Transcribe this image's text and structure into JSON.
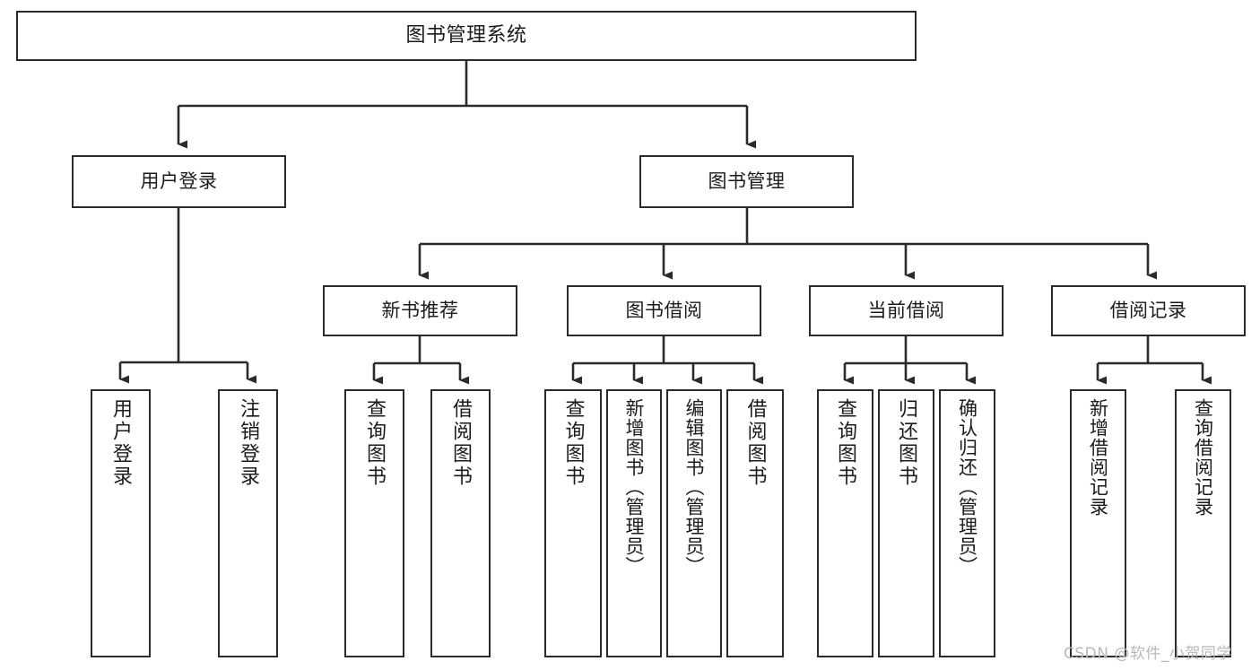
{
  "diagram": {
    "title": "图书管理系统",
    "type": "hierarchical-tree",
    "watermark": "CSDN @软件_小贺同学",
    "colors": {
      "stroke": "#2b2b2b",
      "fill": "#ffffff",
      "text": "#1b1b1b",
      "watermark": "#b9b9b9"
    },
    "nodes": {
      "root": {
        "label": "图书管理系统",
        "level": 1
      },
      "l2": [
        {
          "id": "user-login",
          "label": "用户登录",
          "level": 2
        },
        {
          "id": "book-manage",
          "label": "图书管理",
          "level": 2
        }
      ],
      "l3": [
        {
          "id": "new-book-recommend",
          "label": "新书推荐",
          "level": 3,
          "parent": "book-manage"
        },
        {
          "id": "book-borrow",
          "label": "图书借阅",
          "level": 3,
          "parent": "book-manage"
        },
        {
          "id": "current-borrow",
          "label": "当前借阅",
          "level": 3,
          "parent": "book-manage"
        },
        {
          "id": "borrow-record",
          "label": "借阅记录",
          "level": 3,
          "parent": "book-manage"
        }
      ],
      "leaves": [
        {
          "id": "leaf-user-login",
          "label": "用户登录",
          "parent": "user-login"
        },
        {
          "id": "leaf-logout-login",
          "label": "注销登录",
          "parent": "user-login"
        },
        {
          "id": "leaf-query-book-1",
          "label": "查询图书",
          "parent": "new-book-recommend"
        },
        {
          "id": "leaf-borrow-book-1",
          "label": "借阅图书",
          "parent": "new-book-recommend"
        },
        {
          "id": "leaf-query-book-2",
          "label": "查询图书",
          "parent": "book-borrow"
        },
        {
          "id": "leaf-add-book",
          "label": "新增图书（管理员）",
          "parent": "book-borrow"
        },
        {
          "id": "leaf-edit-book",
          "label": "编辑图书（管理员）",
          "parent": "book-borrow"
        },
        {
          "id": "leaf-borrow-book-2",
          "label": "借阅图书",
          "parent": "book-borrow"
        },
        {
          "id": "leaf-query-book-3",
          "label": "查询图书",
          "parent": "current-borrow"
        },
        {
          "id": "leaf-return-book",
          "label": "归还图书",
          "parent": "current-borrow"
        },
        {
          "id": "leaf-confirm-return",
          "label": "确认归还（管理员）",
          "parent": "current-borrow"
        },
        {
          "id": "leaf-add-record",
          "label": "新增借阅记录",
          "parent": "borrow-record"
        },
        {
          "id": "leaf-query-record",
          "label": "查询借阅记录",
          "parent": "borrow-record"
        }
      ]
    }
  }
}
